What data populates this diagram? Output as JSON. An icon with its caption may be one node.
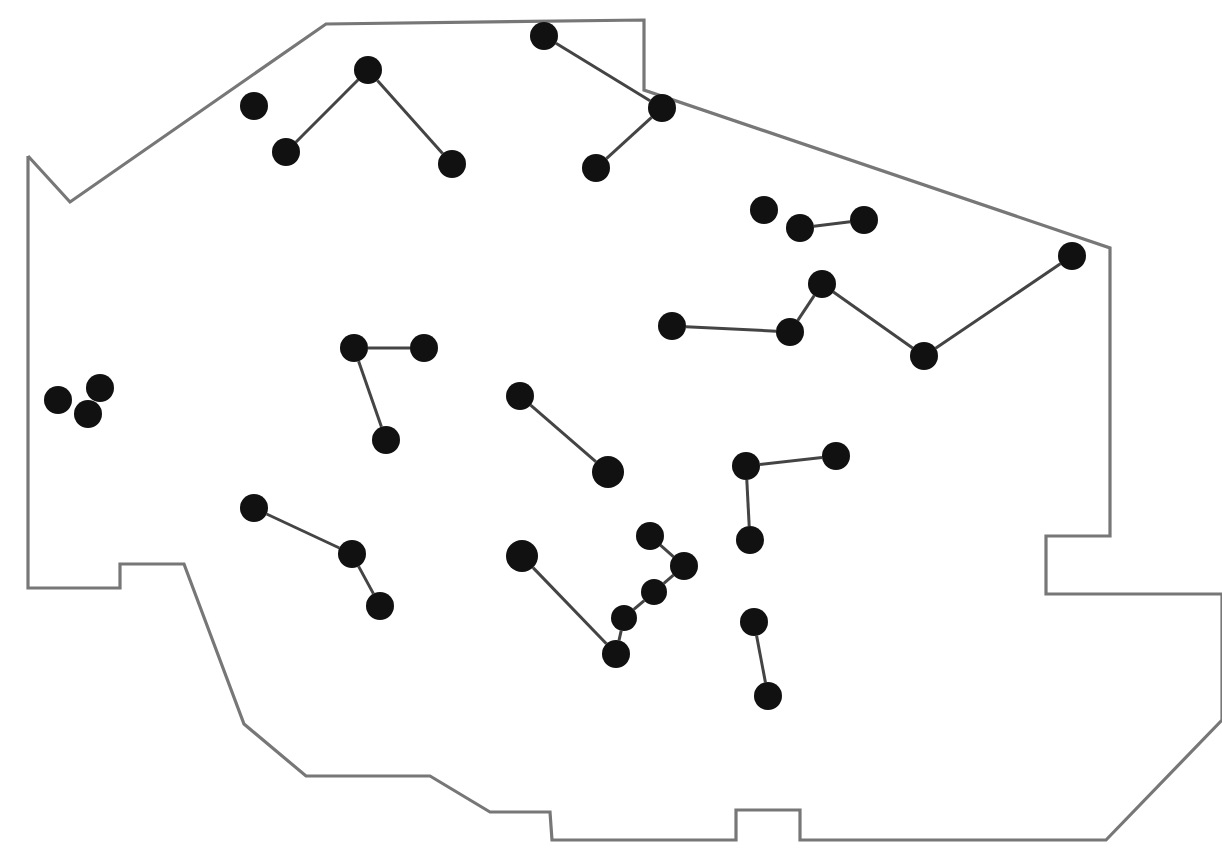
{
  "diagram": {
    "nodes": [
      {
        "text": [],
        "shape": "circle"
      },
      {
        "text": [],
        "shape": "circle"
      },
      {
        "text": [],
        "shape": "circle"
      },
      {
        "text": [],
        "shape": "circle"
      },
      {
        "text": [],
        "shape": "circle"
      },
      {
        "text": [],
        "shape": "circle"
      },
      {
        "text": [],
        "shape": "circle"
      },
      {
        "text": [],
        "shape": "circle"
      },
      {
        "text": [],
        "shape": "circle"
      },
      {
        "text": [],
        "shape": "circle"
      },
      {
        "text": [],
        "shape": "circle"
      },
      {
        "text": [],
        "shape": "circle"
      },
      {
        "text": [],
        "shape": "circle"
      },
      {
        "text": [],
        "shape": "circle"
      },
      {
        "text": [],
        "shape": "circle"
      },
      {
        "text": [],
        "shape": "circle"
      },
      {
        "text": [],
        "shape": "circle"
      },
      {
        "text": [],
        "shape": "circle"
      },
      {
        "text": [],
        "shape": "circle"
      },
      {
        "text": [],
        "shape": "circle"
      },
      {
        "text": [],
        "shape": "circle"
      },
      {
        "text": [],
        "shape": "circle"
      },
      {
        "text": [],
        "shape": "circle"
      },
      {
        "text": [],
        "shape": "circle"
      },
      {
        "text": [],
        "shape": "circle"
      },
      {
        "text": [],
        "shape": "circle"
      },
      {
        "text": [],
        "shape": "circle"
      },
      {
        "text": [],
        "shape": "circle"
      },
      {
        "text": [],
        "shape": "circle"
      },
      {
        "text": [],
        "shape": "circle"
      },
      {
        "text": [],
        "shape": "circle"
      },
      {
        "text": [],
        "shape": "circle"
      },
      {
        "text": [],
        "shape": "circle"
      },
      {
        "text": [],
        "shape": "circle"
      },
      {
        "text": [],
        "shape": "circle"
      },
      {
        "text": [],
        "shape": "circle"
      },
      {
        "text": [],
        "shape": "circle"
      }
    ],
    "edges": [
      {
        "from": 1,
        "to": 4,
        "arrow": "none"
      },
      {
        "from": 1,
        "to": 5,
        "arrow": "none"
      },
      {
        "from": 0,
        "to": 3,
        "arrow": "none"
      },
      {
        "from": 3,
        "to": 6,
        "arrow": "none"
      },
      {
        "from": 9,
        "to": 8,
        "arrow": "none"
      },
      {
        "from": 12,
        "to": 13,
        "arrow": "none"
      },
      {
        "from": 13,
        "to": 11,
        "arrow": "none"
      },
      {
        "from": 11,
        "to": 16,
        "arrow": "none"
      },
      {
        "from": 16,
        "to": 10,
        "arrow": "none"
      },
      {
        "from": 14,
        "to": 15,
        "arrow": "none"
      },
      {
        "from": 14,
        "to": 21,
        "arrow": "none"
      },
      {
        "from": 18,
        "to": 24,
        "arrow": "none"
      },
      {
        "from": 25,
        "to": 28,
        "arrow": "none"
      },
      {
        "from": 28,
        "to": 32,
        "arrow": "none"
      },
      {
        "from": 29,
        "to": 35,
        "arrow": "none"
      },
      {
        "from": 26,
        "to": 30,
        "arrow": "none"
      },
      {
        "from": 30,
        "to": 31,
        "arrow": "none"
      },
      {
        "from": 31,
        "to": 33,
        "arrow": "none"
      },
      {
        "from": 33,
        "to": 35,
        "arrow": "none"
      },
      {
        "from": 23,
        "to": 22,
        "arrow": "none"
      },
      {
        "from": 23,
        "to": 27,
        "arrow": "none"
      },
      {
        "from": 34,
        "to": 36,
        "arrow": "none"
      }
    ]
  }
}
